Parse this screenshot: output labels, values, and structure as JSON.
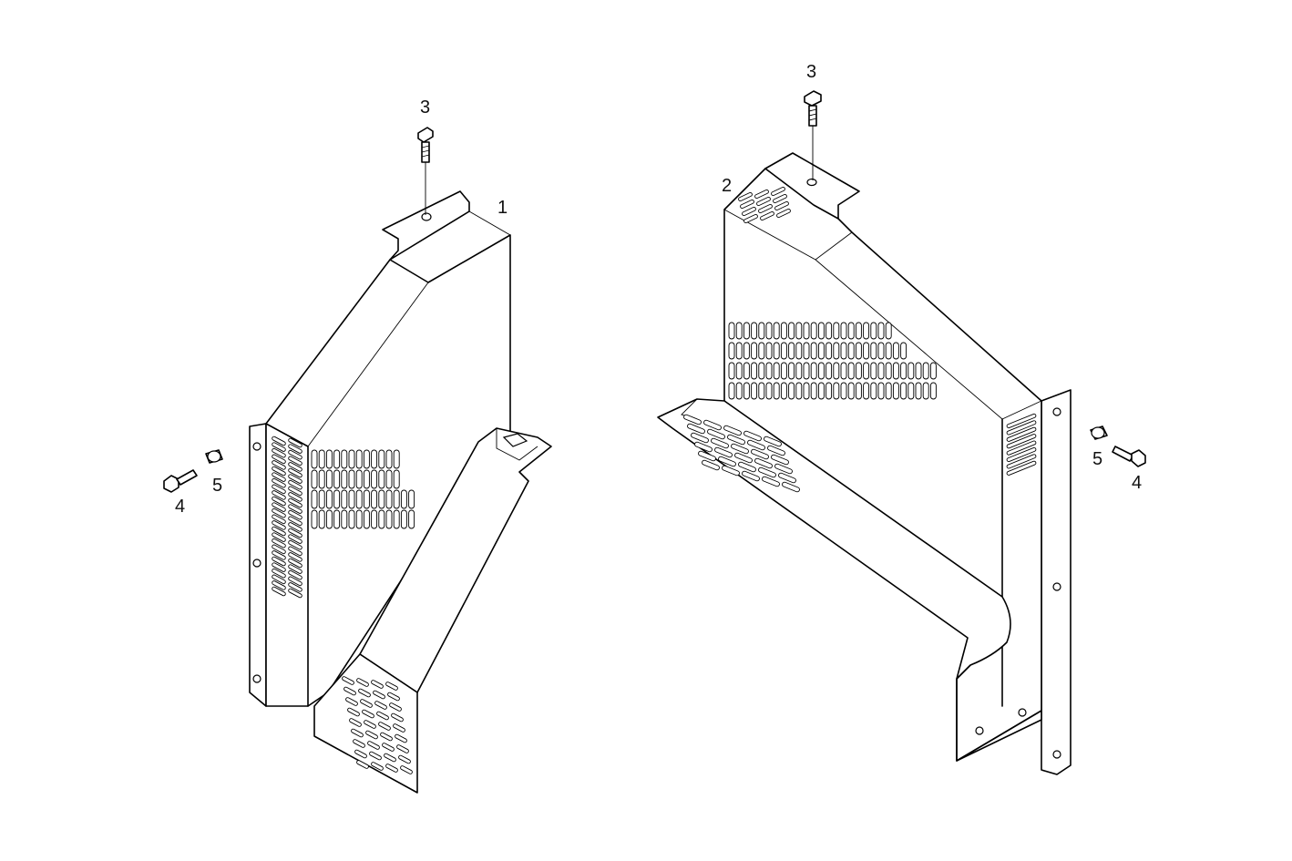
{
  "diagram": {
    "callouts": [
      {
        "id": "left-bolt-3",
        "label": "3"
      },
      {
        "id": "left-part-1",
        "label": "1"
      },
      {
        "id": "left-bolt-4",
        "label": "4"
      },
      {
        "id": "left-bushing-5",
        "label": "5"
      },
      {
        "id": "right-bolt-3",
        "label": "3"
      },
      {
        "id": "right-part-2",
        "label": "2"
      },
      {
        "id": "right-bushing-5",
        "label": "5"
      },
      {
        "id": "right-bolt-4",
        "label": "4"
      }
    ],
    "parts": [
      {
        "name": "left-air-duct-shroud",
        "item": "1"
      },
      {
        "name": "right-air-duct-shroud",
        "item": "2"
      }
    ]
  }
}
